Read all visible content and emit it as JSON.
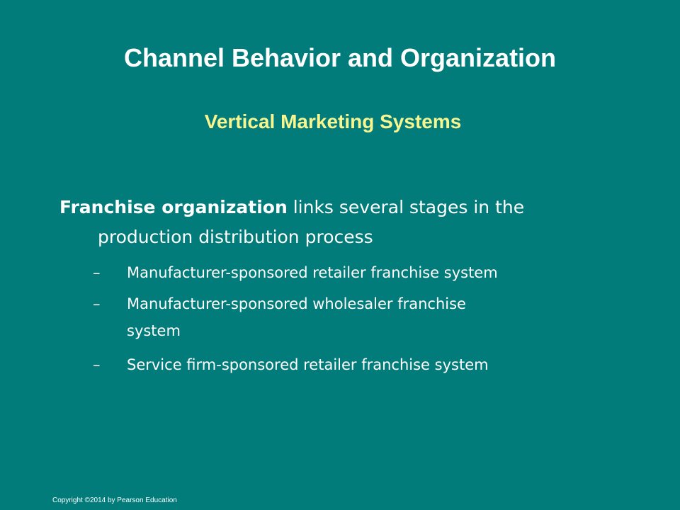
{
  "slide": {
    "title": "Channel Behavior and Organization",
    "subtitle": "Vertical Marketing Systems",
    "main_point": {
      "bold": "Franchise organization",
      "text_line1": " links several stages in the",
      "text_line2": "production distribution process"
    },
    "bullets": [
      {
        "dash": "–",
        "line1": "Manufacturer-sponsored retailer franchise system",
        "line2": ""
      },
      {
        "dash": "–",
        "line1": "Manufacturer-sponsored wholesaler franchise",
        "line2": "system"
      },
      {
        "dash": "–",
        "line1": "Service firm-sponsored retailer franchise system",
        "line2": ""
      }
    ],
    "copyright": "Copyright ©2014 by Pearson Education"
  }
}
